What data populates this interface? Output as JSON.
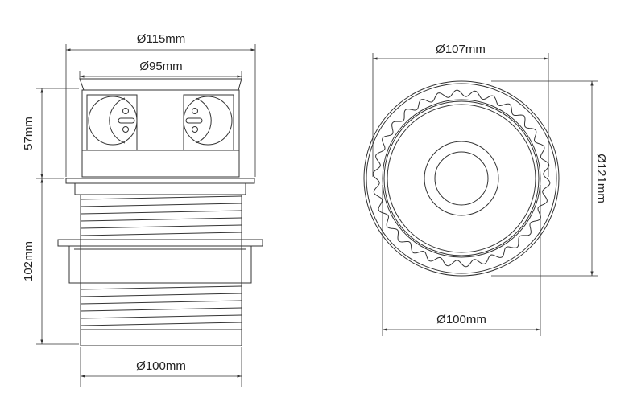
{
  "side_view": {
    "dim_top_outer": "Ø115mm",
    "dim_top_inner": "Ø95mm",
    "dim_height_top": "57mm",
    "dim_height_body": "102mm",
    "dim_bottom": "Ø100mm"
  },
  "top_view": {
    "dim_inner": "Ø107mm",
    "dim_outer": "Ø121mm",
    "dim_bottom": "Ø100mm"
  },
  "colors": {
    "line": "#333333",
    "background": "#ffffff"
  }
}
